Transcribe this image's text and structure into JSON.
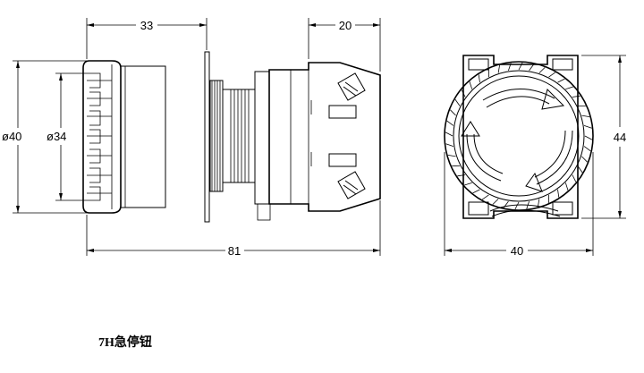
{
  "dimensions": {
    "side_length": "33",
    "side_depth": "20",
    "overall_length": "81",
    "outer_diameter": "ø40",
    "inner_diameter": "ø34",
    "front_width": "40",
    "front_height": "44"
  },
  "caption": "7H急停钮"
}
